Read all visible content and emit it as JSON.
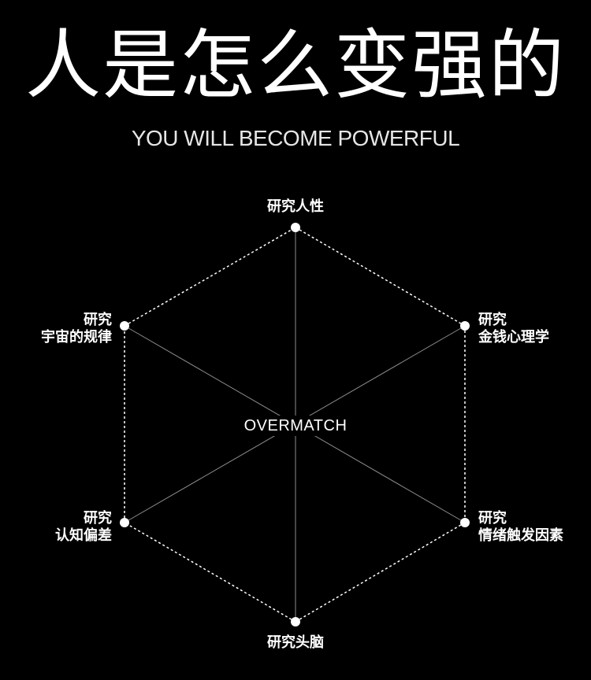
{
  "header": {
    "title": "人是怎么变强的",
    "subtitle": "YOU WILL BECOME POWERFUL"
  },
  "diagram": {
    "center_label": "OVERMATCH",
    "nodes": [
      {
        "id": "top",
        "lines": [
          "研究人性"
        ]
      },
      {
        "id": "upper-right",
        "lines": [
          "研究",
          "金钱心理学"
        ]
      },
      {
        "id": "lower-right",
        "lines": [
          "研究",
          "情绪触发因素"
        ]
      },
      {
        "id": "bottom",
        "lines": [
          "研究头脑"
        ]
      },
      {
        "id": "lower-left",
        "lines": [
          "研究",
          "认知偏差"
        ]
      },
      {
        "id": "upper-left",
        "lines": [
          "研究",
          "宇宙的规律"
        ]
      }
    ],
    "colors": {
      "background": "#000000",
      "line": "#ffffff",
      "node": "#ffffff"
    }
  }
}
